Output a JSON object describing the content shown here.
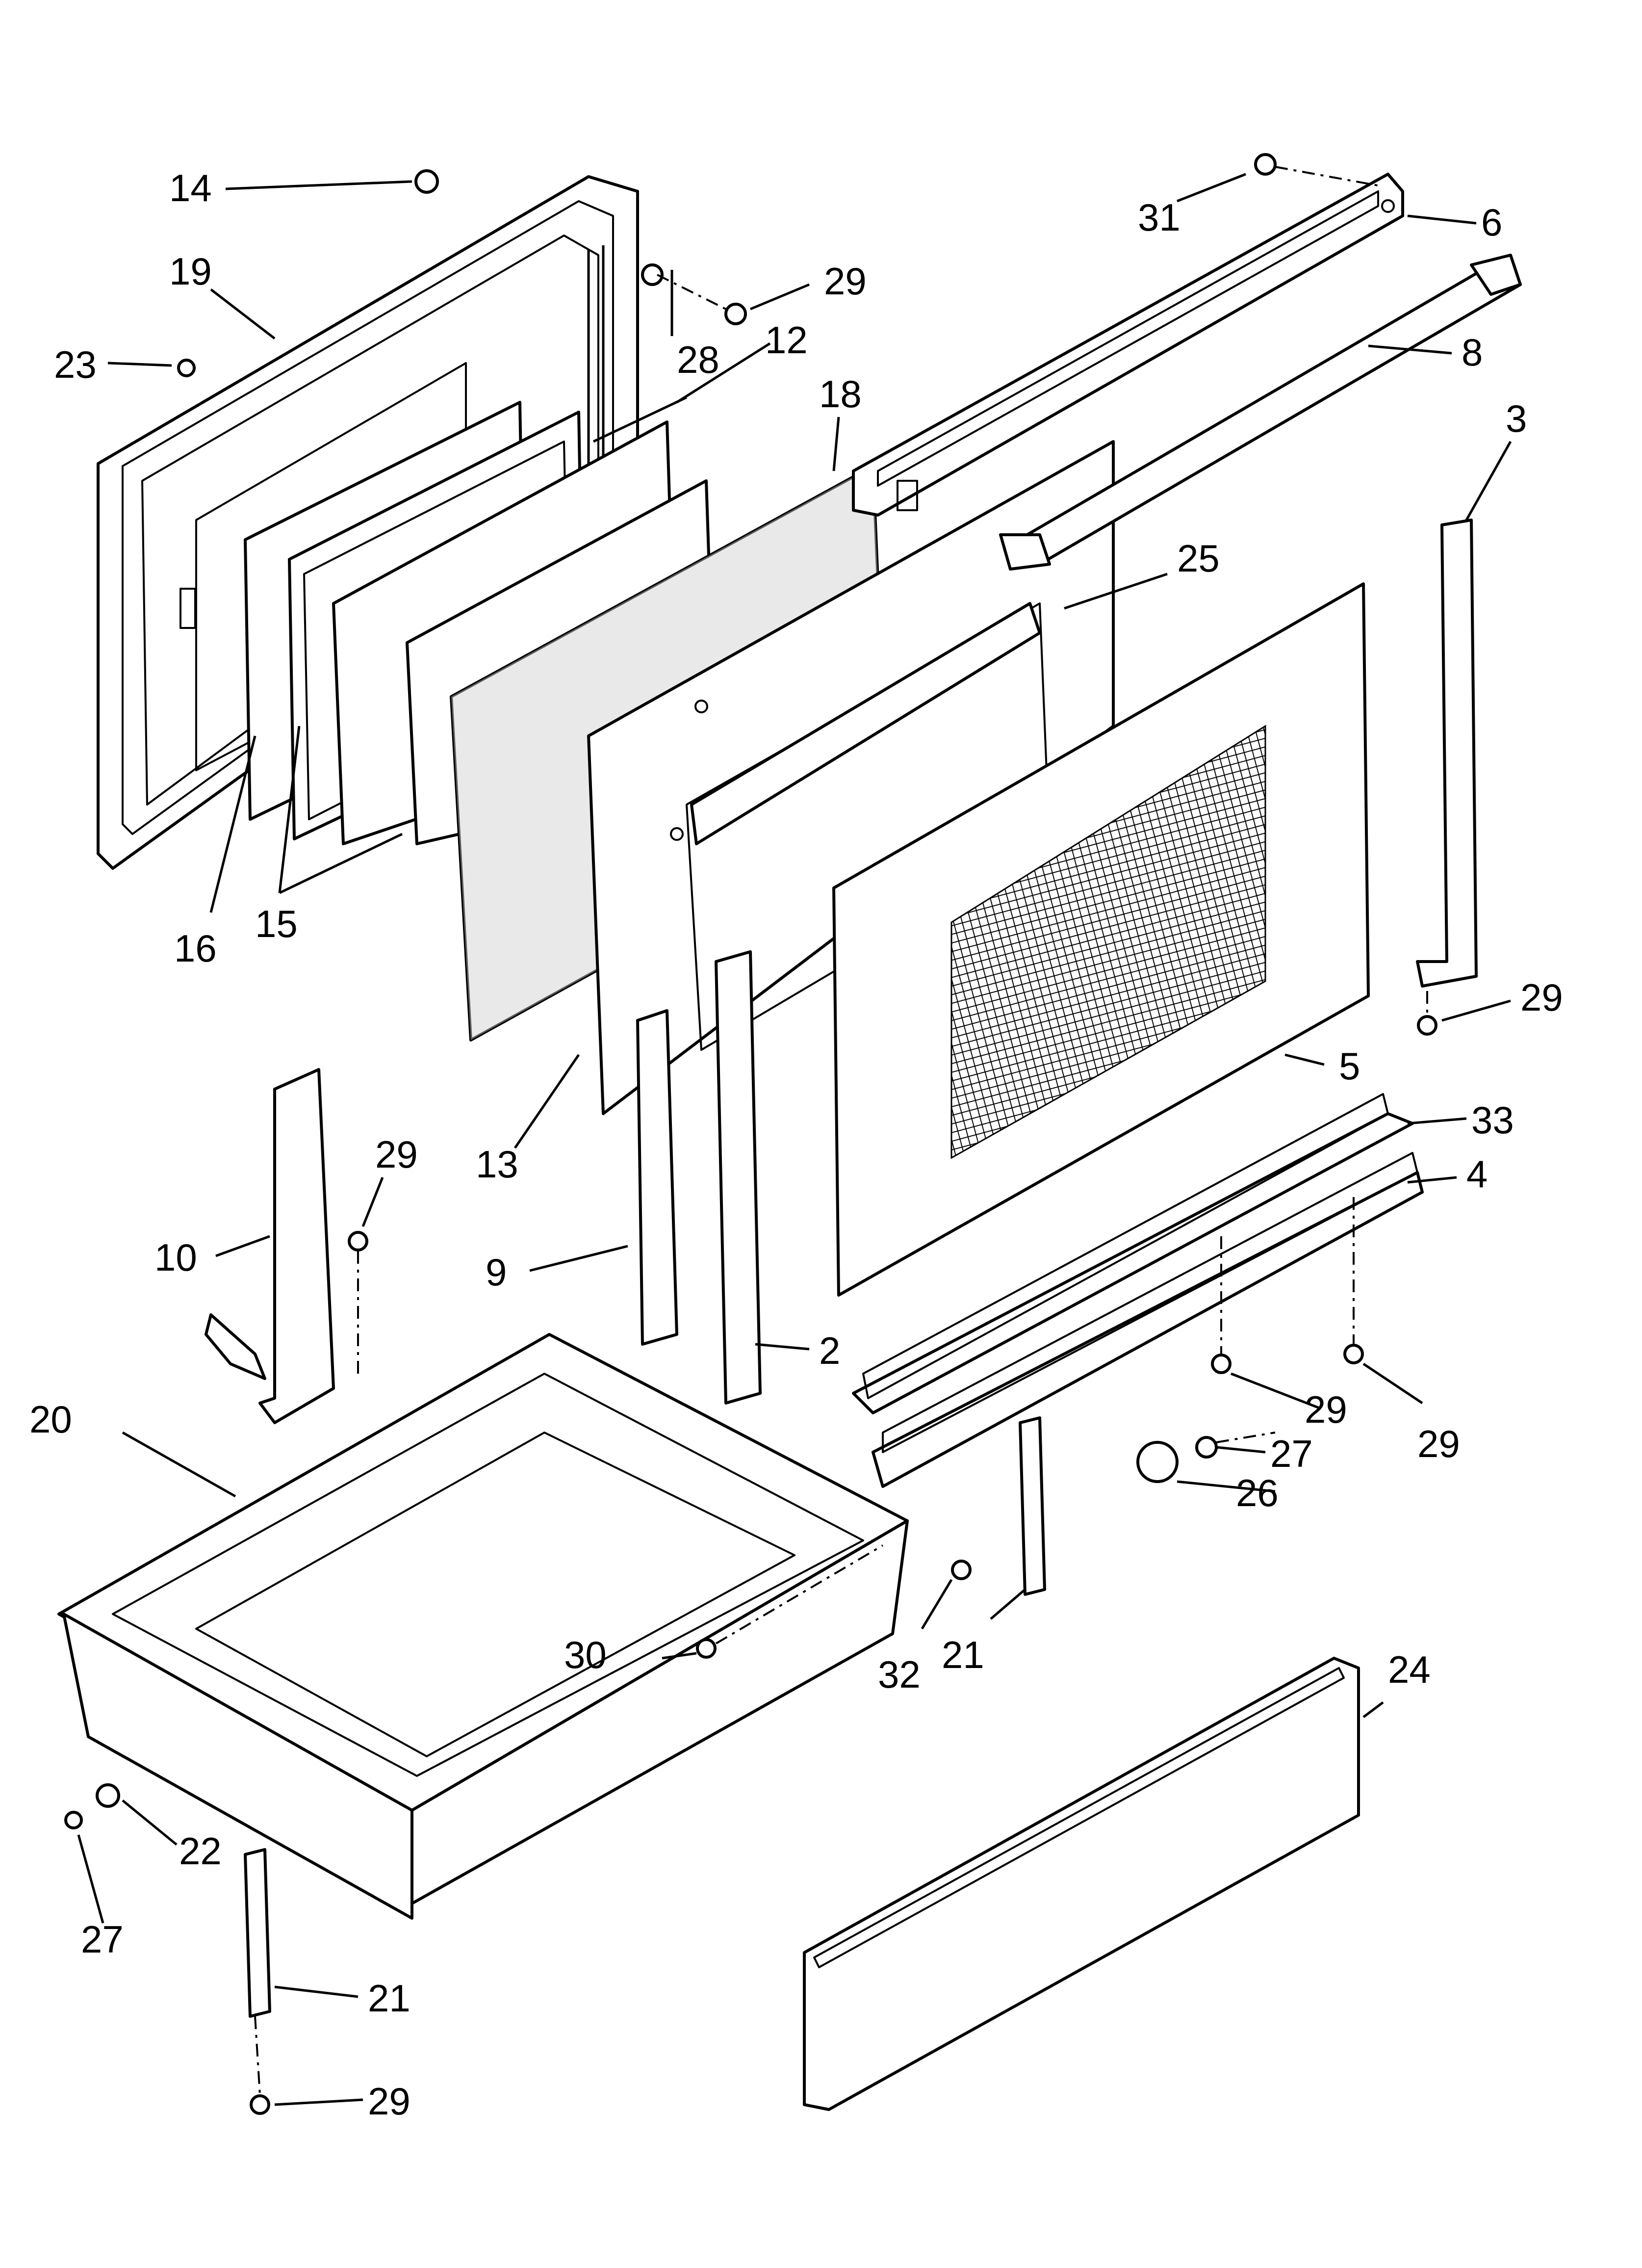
{
  "diagram": {
    "type": "exploded-parts-diagram",
    "callouts": [
      {
        "id": "c14",
        "label": "14"
      },
      {
        "id": "c19",
        "label": "19"
      },
      {
        "id": "c23",
        "label": "23"
      },
      {
        "id": "c29a",
        "label": "29"
      },
      {
        "id": "c28",
        "label": "28"
      },
      {
        "id": "c12",
        "label": "12"
      },
      {
        "id": "c18",
        "label": "18"
      },
      {
        "id": "c31",
        "label": "31"
      },
      {
        "id": "c6",
        "label": "6"
      },
      {
        "id": "c8",
        "label": "8"
      },
      {
        "id": "c3",
        "label": "3"
      },
      {
        "id": "c25",
        "label": "25"
      },
      {
        "id": "c16",
        "label": "16"
      },
      {
        "id": "c15",
        "label": "15"
      },
      {
        "id": "c29b",
        "label": "29"
      },
      {
        "id": "c5",
        "label": "5"
      },
      {
        "id": "c33",
        "label": "33"
      },
      {
        "id": "c4",
        "label": "4"
      },
      {
        "id": "c13",
        "label": "13"
      },
      {
        "id": "c29c",
        "label": "29"
      },
      {
        "id": "c10",
        "label": "10"
      },
      {
        "id": "c9",
        "label": "9"
      },
      {
        "id": "c2",
        "label": "2"
      },
      {
        "id": "c29d",
        "label": "29"
      },
      {
        "id": "c29e",
        "label": "29"
      },
      {
        "id": "c20",
        "label": "20"
      },
      {
        "id": "c27a",
        "label": "27"
      },
      {
        "id": "c26",
        "label": "26"
      },
      {
        "id": "c30",
        "label": "30"
      },
      {
        "id": "c32",
        "label": "32"
      },
      {
        "id": "c21a",
        "label": "21"
      },
      {
        "id": "c24",
        "label": "24"
      },
      {
        "id": "c22",
        "label": "22"
      },
      {
        "id": "c27b",
        "label": "27"
      },
      {
        "id": "c21b",
        "label": "21"
      },
      {
        "id": "c29f",
        "label": "29"
      }
    ]
  }
}
